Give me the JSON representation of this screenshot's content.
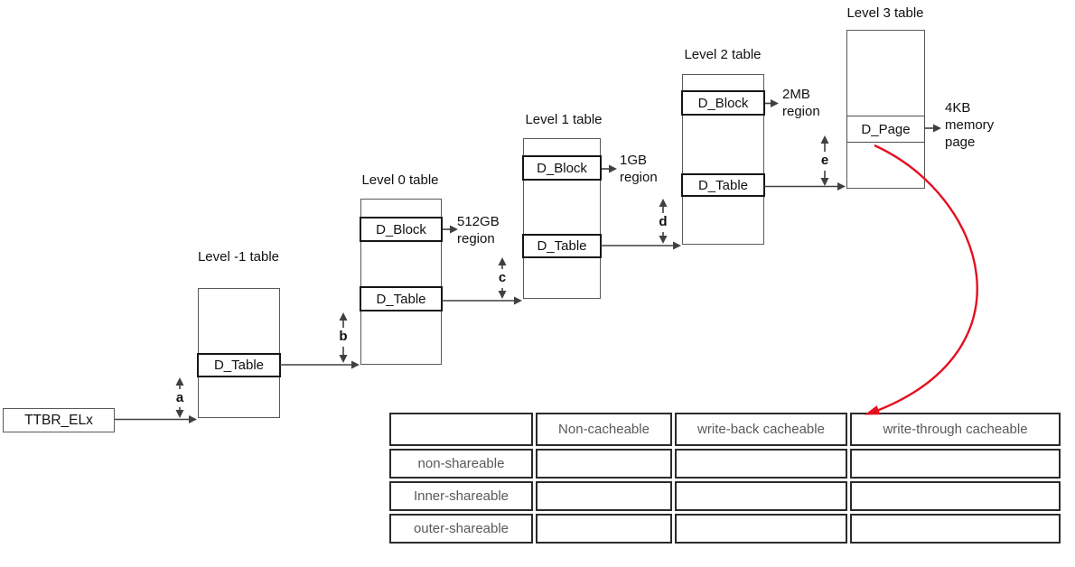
{
  "diagram": {
    "ttbr": {
      "label": "TTBR_ELx"
    },
    "step_labels": [
      "a",
      "b",
      "c",
      "d",
      "e"
    ],
    "levels": [
      {
        "title": "Level -1 table",
        "rows": [
          {
            "label": "D_Table"
          }
        ]
      },
      {
        "title": "Level 0 table",
        "rows": [
          {
            "label": "D_Block",
            "region": "512GB\nregion"
          },
          {
            "label": "D_Table"
          }
        ]
      },
      {
        "title": "Level 1 table",
        "rows": [
          {
            "label": "D_Block",
            "region": "1GB\nregion"
          },
          {
            "label": "D_Table"
          }
        ]
      },
      {
        "title": "Level 2 table",
        "rows": [
          {
            "label": "D_Block",
            "region": "2MB\nregion"
          },
          {
            "label": "D_Table"
          }
        ]
      },
      {
        "title": "Level 3 table",
        "rows": [
          {
            "label": "D_Page",
            "region": "4KB\nmemory\npage"
          }
        ]
      }
    ]
  },
  "attribute_table": {
    "col_headers": [
      "Non-cacheable",
      "write-back cacheable",
      "write-through cacheable"
    ],
    "row_headers": [
      "non-shareable",
      "Inner-shareable",
      "outer-shareable"
    ]
  },
  "colors": {
    "line": "#404040",
    "red_arrow": "#e41020",
    "box_border": "#595959",
    "table_border": "#2b2b2b",
    "table_text": "#595959"
  }
}
